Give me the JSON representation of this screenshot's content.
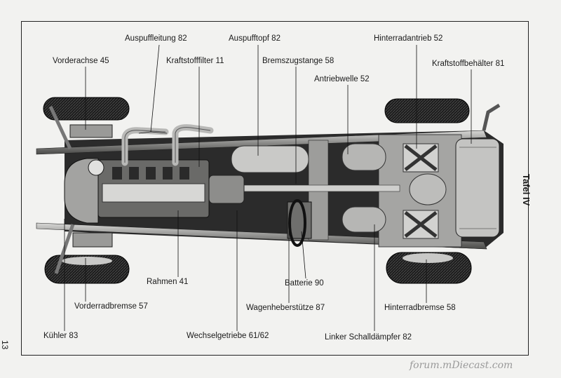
{
  "labels": {
    "auspuffleitung": "Auspuffleitung 82",
    "auspufftopf": "Auspufftopf 82",
    "hinterradantrieb": "Hinterradantrieb 52",
    "vorderachse": "Vorderachse 45",
    "kraftstofffilter": "Kraftstofffilter 11",
    "bremszugstange": "Bremszugstange 58",
    "kraftstoffbehaelter": "Kraftstoffbehälter 81",
    "antriebwelle": "Antriebwelle 52",
    "rahmen": "Rahmen 41",
    "batterie": "Batterie 90",
    "vorderradbremse": "Vorderradbremse 57",
    "wagenheberstuetze": "Wagenheberstütze 87",
    "hinterradbremse": "Hinterradbremse 58",
    "kuehler": "Kühler 83",
    "wechselgetriebe": "Wechselgetriebe 61/62",
    "schalldaempfer": "Linker Schalldämpfer 82"
  },
  "plate_title": "Tafel IV",
  "page_number": "13",
  "watermark": "forum.mDiecast.com"
}
